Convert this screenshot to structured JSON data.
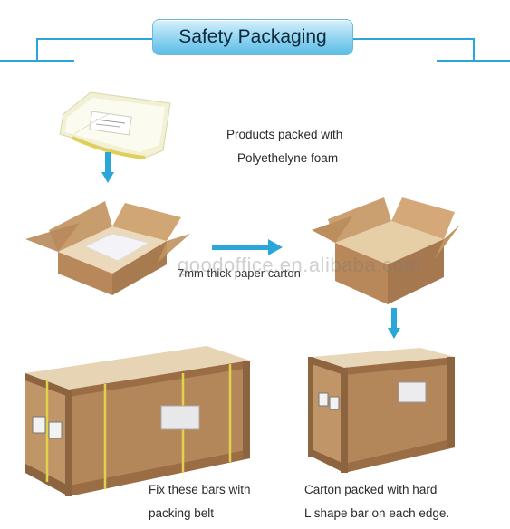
{
  "header": {
    "title": "Safety Packaging"
  },
  "steps": [
    {
      "caption_line1": "Products packed with",
      "caption_line2": "Polyethelyne foam"
    },
    {
      "caption": "7mm thick paper carton"
    },
    {
      "caption_line1": "Fix these bars with",
      "caption_line2": "packing belt"
    },
    {
      "caption_line1": "Carton packed with hard",
      "caption_line2": "L shape bar on each edge."
    }
  ],
  "watermark": "goodoffice.en.alibaba.com",
  "colors": {
    "accent": "#2aa7d8",
    "arrow": "#2aa7d8",
    "cardboard": "#c4986a"
  }
}
